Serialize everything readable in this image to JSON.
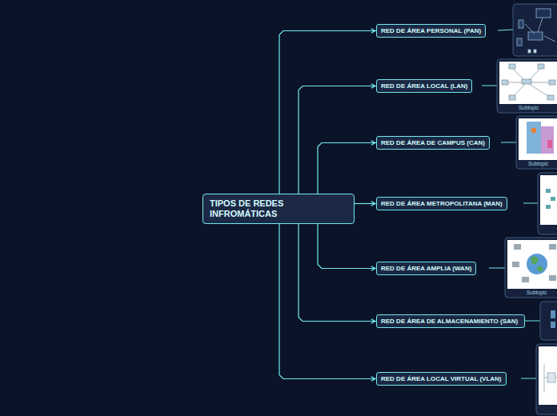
{
  "diagram": {
    "nodes": [
      {
        "text": [
          "TIPOS DE REDES INFROMÁTICAS"
        ]
      },
      {
        "text": [
          "RED DE ÁREA PERSONAL (PAN)"
        ]
      },
      {
        "text": [
          "RED DE ÁREA LOCAL (LAN)"
        ]
      },
      {
        "text": [
          "RED DE ÁREA DE CAMPUS (CAN)"
        ]
      },
      {
        "text": [
          "RED DE ÁREA METROPOLITANA (MAN)"
        ]
      },
      {
        "text": [
          "RED DE ÁREA AMPLIA (WAN)"
        ]
      },
      {
        "text": [
          "RED DE ÁREA DE ALMACENAMIENTO (SAN)"
        ]
      },
      {
        "text": [
          "RED DE ÁREA LOCAL VIRTUAL (VLAN)"
        ]
      }
    ],
    "edges": [
      {
        "from": 0,
        "to": 1,
        "arrow": "to"
      },
      {
        "from": 0,
        "to": 2,
        "arrow": "to"
      },
      {
        "from": 0,
        "to": 3,
        "arrow": "to"
      },
      {
        "from": 0,
        "to": 4,
        "arrow": "to"
      },
      {
        "from": 0,
        "to": 5,
        "arrow": "to"
      },
      {
        "from": 0,
        "to": 6,
        "arrow": "to"
      },
      {
        "from": 0,
        "to": 7,
        "arrow": "to"
      }
    ],
    "labels": [
      "Subtopic",
      "Subtopic",
      "Subtopic"
    ]
  }
}
